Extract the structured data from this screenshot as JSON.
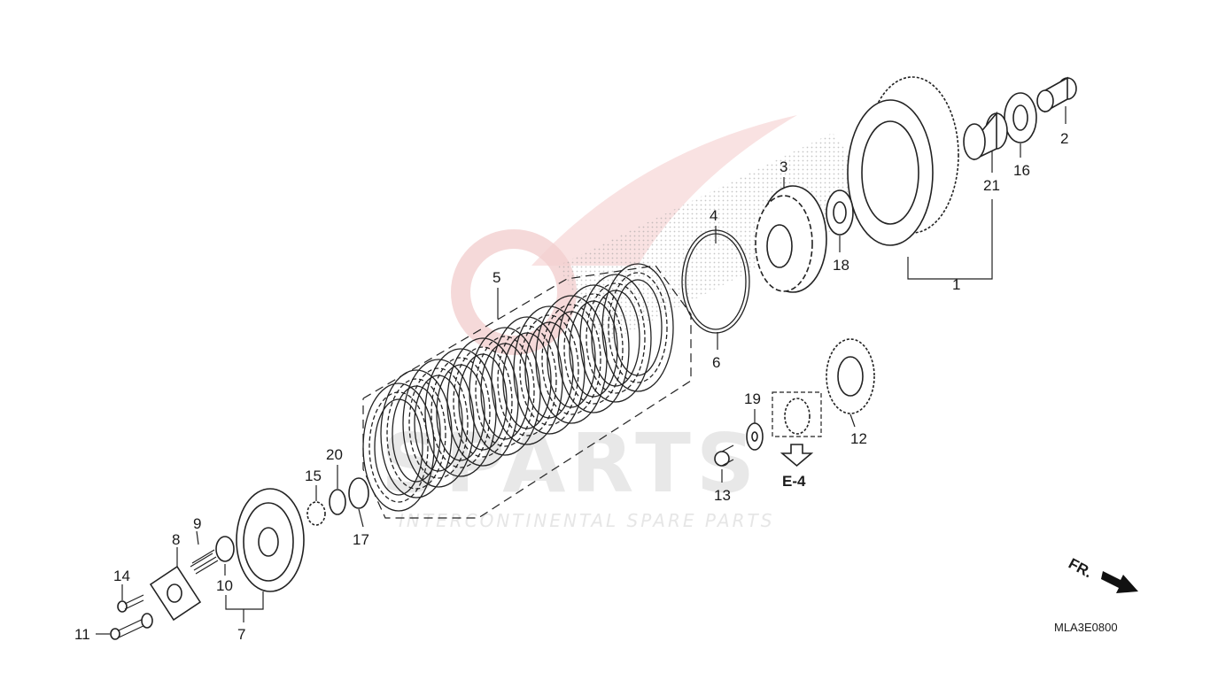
{
  "watermark": {
    "brand": "SPARTS",
    "tagline": "INTERCONTINENTAL SPARE PARTS",
    "accent_color": "#d9252a"
  },
  "callouts": {
    "c1": "1",
    "c2": "2",
    "c3": "3",
    "c4": "4",
    "c5": "5",
    "c6": "6",
    "c7": "7",
    "c8": "8",
    "c9": "9",
    "c10": "10",
    "c11": "11",
    "c12": "12",
    "c13": "13",
    "c14": "14",
    "c15": "15",
    "c16": "16",
    "c17": "17",
    "c18": "18",
    "c19": "19",
    "c20": "20",
    "c21": "21"
  },
  "reference": {
    "label": "E-4"
  },
  "direction": {
    "label": "FR."
  },
  "diagram_code": "MLA3E0800"
}
